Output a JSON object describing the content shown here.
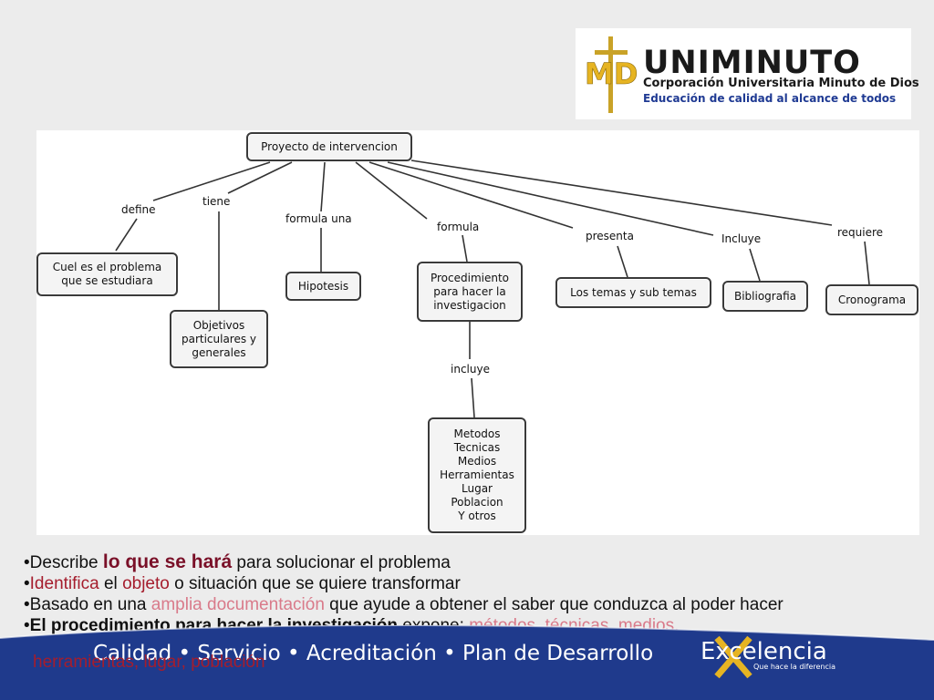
{
  "logo": {
    "name": "UNIMINUTO",
    "line1": "Corporación Universitaria Minuto de Dios",
    "line2": "Educación de calidad al alcance de todos",
    "mark": "MD"
  },
  "map": {
    "root": "Proyecto de intervencion",
    "links": {
      "define": "define",
      "tiene": "tiene",
      "formula_una": "formula una",
      "formula": "formula",
      "presenta": "presenta",
      "incluye_cap": "Incluye",
      "requiere": "requiere",
      "incluye": "incluye"
    },
    "nodes": {
      "problema": "Cuel es el problema\nque se estudiara",
      "objetivos": "Objetivos\nparticulares y\ngenerales",
      "hipotesis": "Hipotesis",
      "procedimiento": "Procedimiento\npara hacer la\ninvestigacion",
      "temas": "Los temas y sub temas",
      "bibliografia": "Bibliografia",
      "cronograma": "Cronograma",
      "metodos": "Metodos\nTecnicas\nMedios\nHerramientas\nLugar\nPoblacion\nY otros"
    }
  },
  "bullets": {
    "b1": {
      "bullet": "•",
      "a": "Describe ",
      "b": "lo que se hará",
      "c": " para solucionar el problema"
    },
    "b2": {
      "bullet": "•",
      "a": "Identifica",
      "b": " el ",
      "c": "objeto",
      "d": " o situación que se quiere transformar"
    },
    "b3": {
      "bullet": "•",
      "a": "Basado en una ",
      "b": "amplia documentación",
      "c": " que ayude a obtener el saber que conduzca al poder hacer"
    },
    "b4": {
      "bullet": "•",
      "a": "El procedimiento para hacer la investigación",
      "b": " expone: ",
      "c": "métodos, técnicas, medios,",
      "d": "herramientas, lugar, población"
    }
  },
  "footer": {
    "motto": "Calidad  •  Servicio  •  Acreditación  •  Plan de Desarrollo",
    "excelencia": "Excelencia",
    "excelencia_sub": "Que hace la diferencia"
  },
  "colors": {
    "footer_blue": "#1f3a8c",
    "accent_red": "#a51d2d",
    "highlight_red": "#7a1028",
    "logo_gold": "#e6b422"
  }
}
